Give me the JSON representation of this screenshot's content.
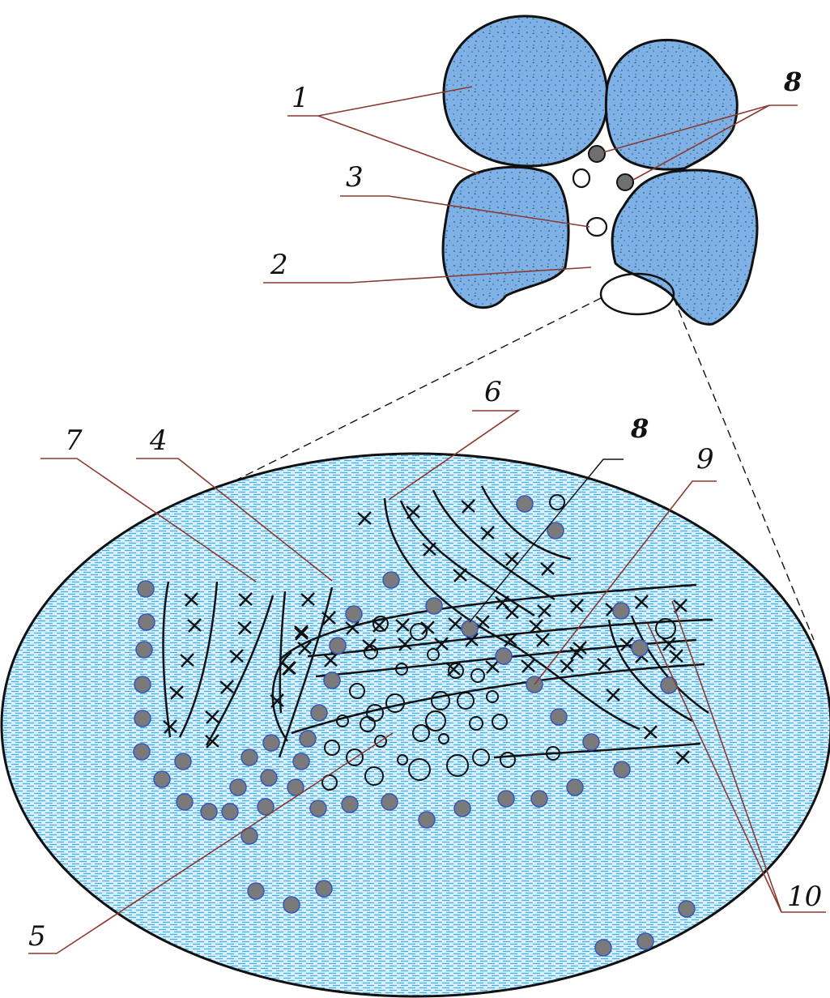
{
  "labels": {
    "l1": "1",
    "l2": "2",
    "l3": "3",
    "l4": "4",
    "l5": "5",
    "l6": "6",
    "l7": "7",
    "l8_top": "8",
    "l8_mid": "8",
    "l9": "9",
    "l10": "10"
  },
  "colors": {
    "grain_fill": "#7fb1e6",
    "grain_speckle": "#1f6f8a",
    "ellipse_fill": "#cdeaf8",
    "ellipse_hatch": "#52b4e6",
    "leader_line": "#8a3a2e",
    "dark_particle": "#7a7a7a",
    "dark_particle_outline": "#3a55c0"
  },
  "icons": {
    "crystal_mark": "x-mark",
    "bubble": "open-circle",
    "particle": "filled-circle"
  }
}
